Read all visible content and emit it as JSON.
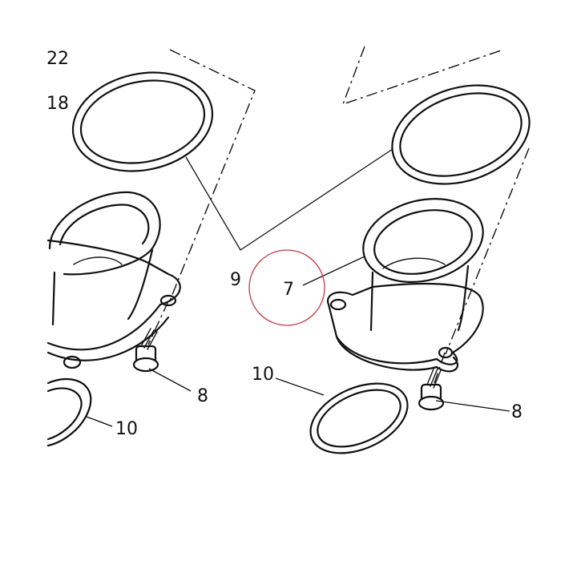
{
  "callouts": {
    "c22": "22",
    "c18": "18",
    "c9": "9",
    "c7": "7",
    "c10_left": "10",
    "c10_right": "10",
    "c8_left": "8",
    "c8_right": "8"
  },
  "highlight": {
    "target": "7",
    "color": "#c23a44"
  }
}
